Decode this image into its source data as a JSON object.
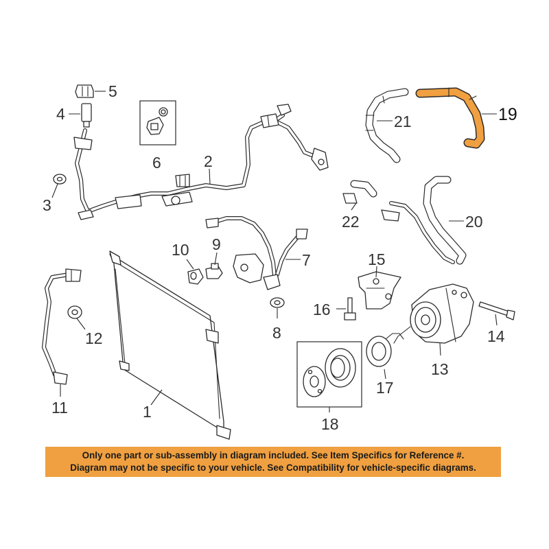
{
  "highlight_color": "#f0a040",
  "notice": {
    "background": "#f0a040",
    "line1": "Only one part or sub-assembly in diagram included. See Item Specifics for Reference #.",
    "line2": "Diagram may not be specific to your vehicle. See Compatibility for vehicle-specific diagrams."
  },
  "callouts": {
    "c1": "1",
    "c2": "2",
    "c3": "3",
    "c4": "4",
    "c5": "5",
    "c6": "6",
    "c7": "7",
    "c8": "8",
    "c9": "9",
    "c10": "10",
    "c11": "11",
    "c12": "12",
    "c13": "13",
    "c14": "14",
    "c15": "15",
    "c16": "16",
    "c17": "17",
    "c18": "18",
    "c19": "19",
    "c20": "20",
    "c21": "21",
    "c22": "22"
  }
}
